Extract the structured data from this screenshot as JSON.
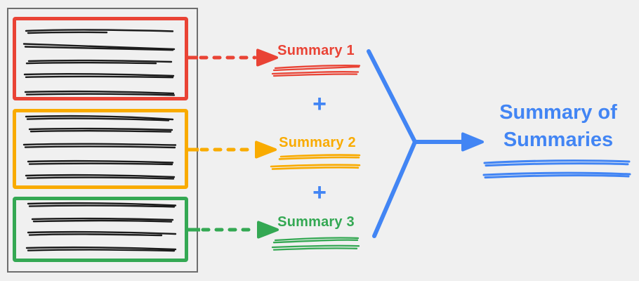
{
  "palette": {
    "red": "#E94335",
    "orange": "#F9AB00",
    "green": "#34A853",
    "blue": "#4285F4",
    "ink": "#1c1c1c",
    "document_border": "#6e6e6e",
    "background": "#f0f0f0"
  },
  "source_document": {
    "sections": [
      {
        "name": "red-section",
        "color": "#E94335",
        "text_line_count": 5
      },
      {
        "name": "orange-section",
        "color": "#F9AB00",
        "text_line_count": 5
      },
      {
        "name": "green-section",
        "color": "#34A853",
        "text_line_count": 4
      }
    ]
  },
  "summaries": [
    {
      "label": "Summary 1",
      "color": "#E94335"
    },
    {
      "label": "Summary 2",
      "color": "#F9AB00"
    },
    {
      "label": "Summary 3",
      "color": "#34A853"
    }
  ],
  "operators": {
    "plus": "+"
  },
  "result": {
    "line1": "Summary of",
    "line2": "Summaries",
    "color": "#4285F4"
  }
}
